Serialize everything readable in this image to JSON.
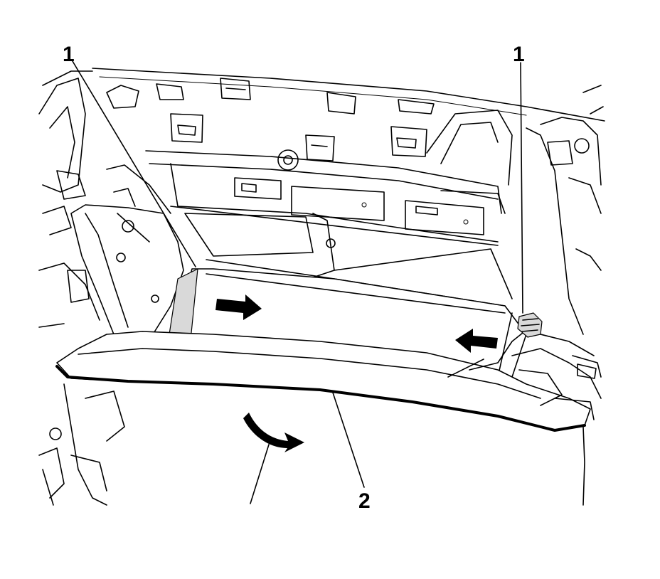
{
  "callouts": {
    "left_fastener": "1",
    "right_fastener": "1",
    "panel": "2"
  }
}
